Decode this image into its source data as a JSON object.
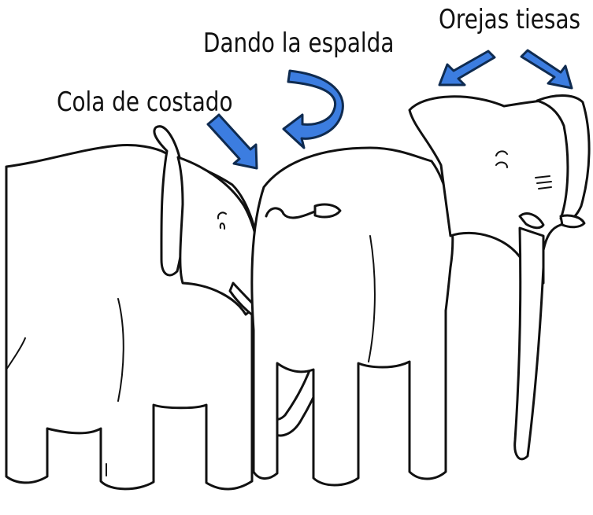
{
  "labels": {
    "side_tail": "Cola de costado",
    "turning_back": "Dando la espalda",
    "stiff_ears": "Orejas tiesas"
  },
  "colors": {
    "arrow_fill": "#3c7de0",
    "arrow_stroke": "#0f2b50",
    "line": "#111111",
    "background": "#ffffff"
  }
}
